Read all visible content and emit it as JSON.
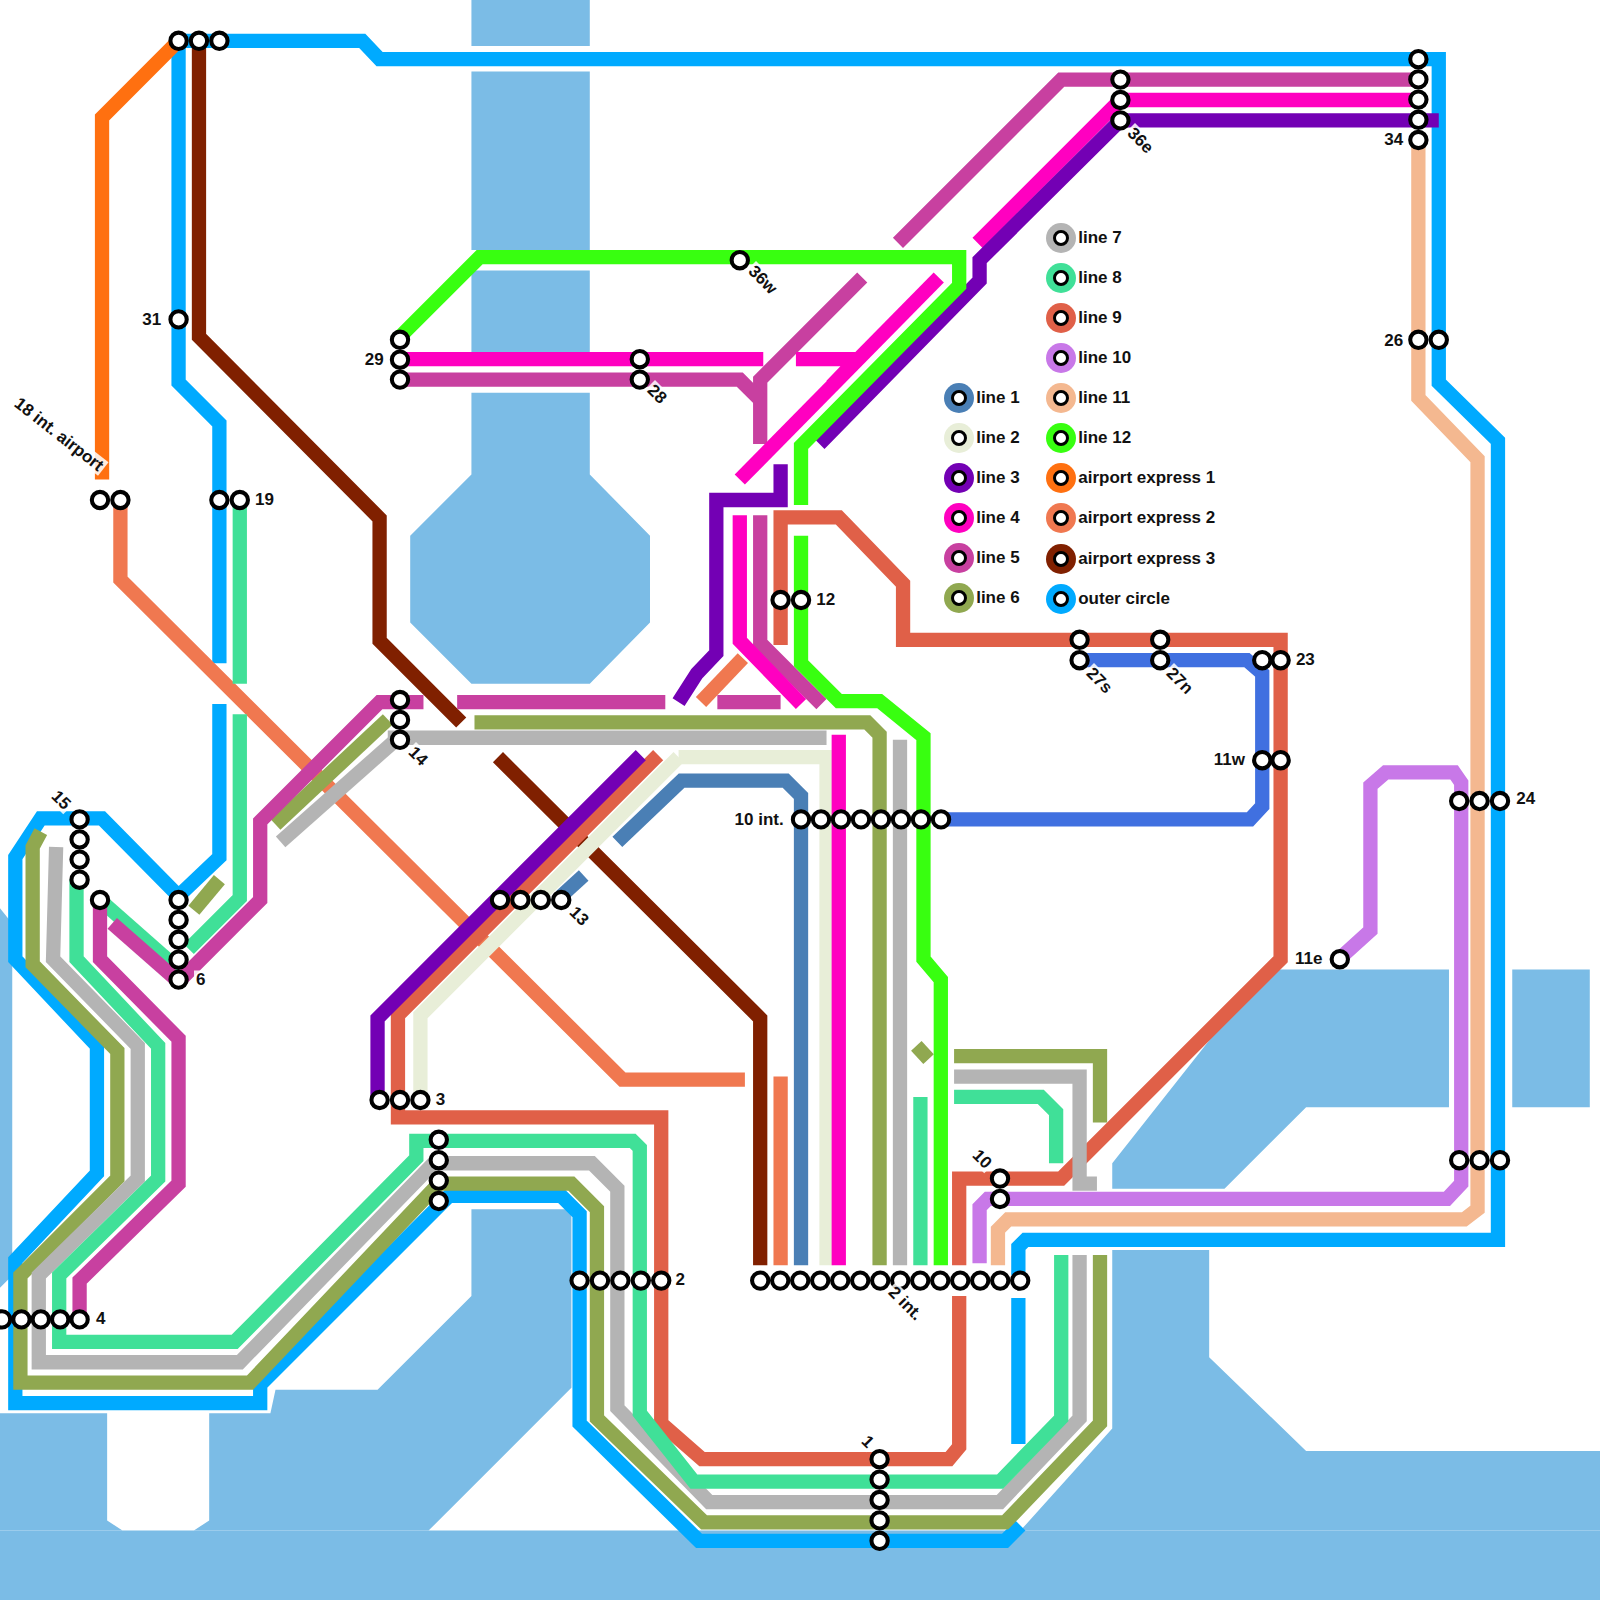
{
  "diagram": {
    "labels": [
      "18 int. airport",
      "31",
      "19",
      "29",
      "28",
      "36w",
      "36e",
      "34",
      "26",
      "12",
      "27s",
      "27n",
      "23",
      "11w",
      "10 int.",
      "14",
      "15",
      "6",
      "13",
      "3",
      "4",
      "2",
      "2 int.",
      "1",
      "10",
      "11e",
      "24"
    ],
    "legend": [
      {
        "text": "line 1",
        "color": "#4a7fb5"
      },
      {
        "text": "line 2",
        "color": "#e8eed8"
      },
      {
        "text": "line 3",
        "color": "#7300b4"
      },
      {
        "text": "line 4",
        "color": "#ff00c0"
      },
      {
        "text": "line 5",
        "color": "#c840a0"
      },
      {
        "text": "line 6",
        "color": "#90a850"
      },
      {
        "text": "line 7",
        "color": "#b4b4b4"
      },
      {
        "text": "line 8",
        "color": "#40e098"
      },
      {
        "text": "line 9",
        "color": "#e06048"
      },
      {
        "text": "line 10",
        "color": "#c878e8"
      },
      {
        "text": "line 11",
        "color": "#f4b890"
      },
      {
        "text": "line 12",
        "color": "#38ff10"
      },
      {
        "text": "airport express 1",
        "color": "#ff7010"
      },
      {
        "text": "airport express 2",
        "color": "#f07850"
      },
      {
        "text": "airport express 3",
        "color": "#802000"
      },
      {
        "text": "outer circle",
        "color": "#00aaff"
      }
    ]
  }
}
